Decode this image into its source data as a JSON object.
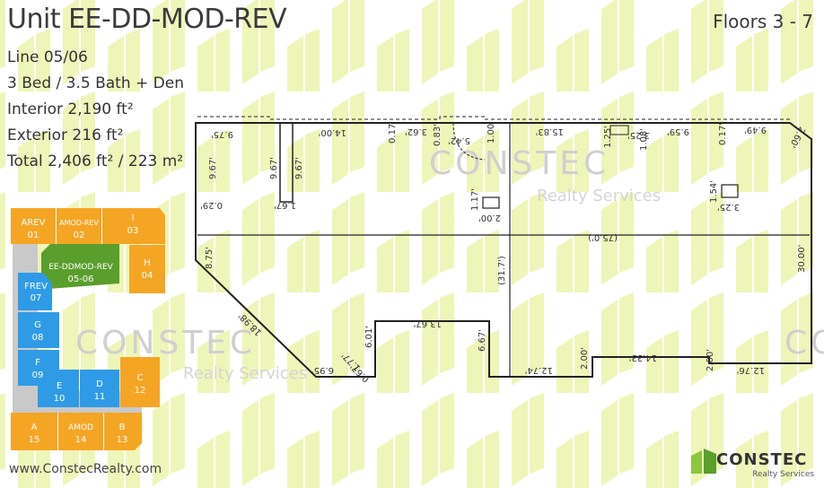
{
  "title": "Unit EE-DD-MOD-REV",
  "floors": "Floors 3 - 7",
  "details": {
    "line": "Line 05/06",
    "beds": "3 Bed / 3.5 Bath + Den",
    "interior": "Interior 2,190 ft²",
    "exterior": "Exterior 216 ft²",
    "total": "Total 2,406 ft² / 223 m²"
  },
  "website": "www.ConstecRealty.com",
  "watermark": {
    "brand": "CONSTEC",
    "sub": "Realty Services"
  },
  "logo": {
    "brand": "CONSTEC",
    "sub": "Realty Services"
  },
  "colors": {
    "orange": "#f5a524",
    "blue": "#2f9be6",
    "green": "#5a9e2c",
    "gray": "#c9c9c9",
    "watermark_yellow": "#eef5b8"
  },
  "keyplan": {
    "units": [
      {
        "code": "AREV",
        "num": "01",
        "color": "orange"
      },
      {
        "code": "AMOD-REV",
        "num": "02",
        "color": "orange"
      },
      {
        "code": "I",
        "num": "03",
        "color": "orange"
      },
      {
        "code": "H",
        "num": "04",
        "color": "orange"
      },
      {
        "code": "EE-DDMOD-REV",
        "num": "05-06",
        "color": "green"
      },
      {
        "code": "FREV",
        "num": "07",
        "color": "blue"
      },
      {
        "code": "G",
        "num": "08",
        "color": "blue"
      },
      {
        "code": "F",
        "num": "09",
        "color": "blue"
      },
      {
        "code": "E",
        "num": "10",
        "color": "blue"
      },
      {
        "code": "D",
        "num": "11",
        "color": "blue"
      },
      {
        "code": "C",
        "num": "12",
        "color": "orange"
      },
      {
        "code": "A",
        "num": "15",
        "color": "orange"
      },
      {
        "code": "AMOD",
        "num": "14",
        "color": "orange"
      },
      {
        "code": "B",
        "num": "13",
        "color": "orange"
      }
    ]
  },
  "dimensions": {
    "d975": "9.75'",
    "d1400": "14.00'",
    "d017a": "0.17'",
    "d362": "3.62'",
    "d083": "0.83'",
    "d542": "5.42'",
    "d100": "1.00'",
    "d1583": "15.83'",
    "d125": "1.25'",
    "d325a": "3.25'",
    "d108": "1.08'",
    "d959": "9.59'",
    "d017b": "0.17'",
    "d949": "9.49'",
    "d260": "2.60'",
    "d967a": "9.67'",
    "d967b": "9.67'",
    "d967c": "9.67'",
    "d167": "1.67'",
    "d029": "0.29'",
    "d117": "1.17'",
    "d200a": "2.00'",
    "d154": "1.54'",
    "d325b": "3.25'",
    "d750": "(75.0')",
    "d875": "8.75'",
    "d317": "(31.7')",
    "d3000": "30.00'",
    "d1898": "18.98'",
    "d1367": "13.67'",
    "d601": "6.01'",
    "d667": "6.67'",
    "d177": "1.77'",
    "d695": "6.95'",
    "d067": "0.67'",
    "d1274": "12.74'",
    "d200b": "2.00'",
    "d1433": "14.33'",
    "d200c": "2.00'",
    "d1276": "12.76'"
  }
}
